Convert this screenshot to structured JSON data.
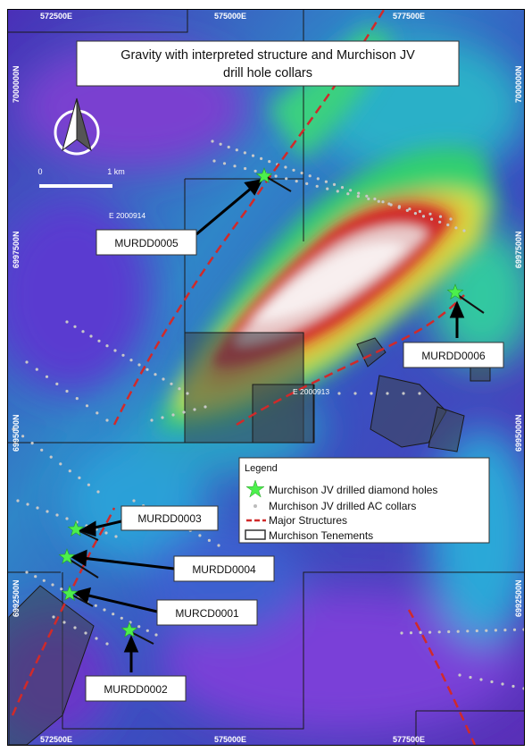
{
  "title": {
    "line1": "Gravity with interpreted structure and Murchison JV",
    "line2": "drill hole collars"
  },
  "coords": {
    "top": [
      "572500E",
      "575000E",
      "577500E"
    ],
    "bottom": [
      "572500E",
      "575000E",
      "577500E"
    ],
    "left": [
      "7000000N",
      "6997500N",
      "6995000N",
      "6992500N"
    ],
    "right": [
      "7000000N",
      "6997500N",
      "6995000N",
      "6992500N"
    ]
  },
  "scale": {
    "start": "0",
    "end": "1 km"
  },
  "annotations": {
    "structure_a": "E 2000914",
    "structure_b": "E 2000913"
  },
  "holes": [
    {
      "label": "MURDD0005"
    },
    {
      "label": "MURDD0006"
    },
    {
      "label": "MURDD0003"
    },
    {
      "label": "MURDD0004"
    },
    {
      "label": "MURCD0001"
    },
    {
      "label": "MURDD0002"
    }
  ],
  "legend": {
    "title": "Legend",
    "items": [
      {
        "label": "Murchison JV drilled diamond holes",
        "icon": "green-star-icon"
      },
      {
        "label": "Murchison JV drilled AC collars",
        "icon": "grey-dot-icon"
      },
      {
        "label": "Major Structures",
        "icon": "red-dashed-line-icon"
      },
      {
        "label": "Murchison Tenements",
        "icon": "grey-box-icon"
      }
    ]
  },
  "colors": {
    "structure": "#d02a2a",
    "diamond_hole": "#4cf04c",
    "ac_collar": "#c8c8c8",
    "tenement_fill": "#3c4650"
  }
}
